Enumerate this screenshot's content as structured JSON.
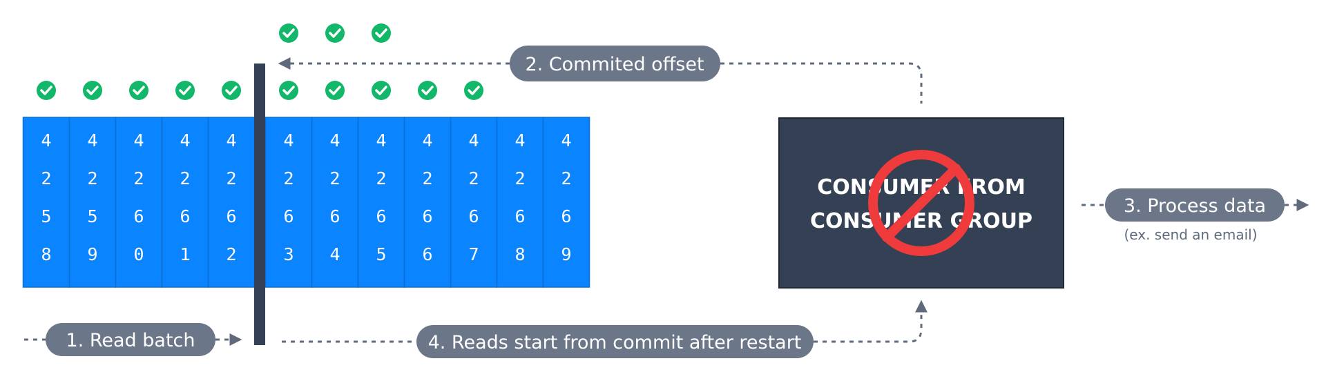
{
  "offsets": [
    [
      "4",
      "2",
      "5",
      "8"
    ],
    [
      "4",
      "2",
      "5",
      "9"
    ],
    [
      "4",
      "2",
      "6",
      "0"
    ],
    [
      "4",
      "2",
      "6",
      "1"
    ],
    [
      "4",
      "2",
      "6",
      "2"
    ],
    [
      "4",
      "2",
      "6",
      "3"
    ],
    [
      "4",
      "2",
      "6",
      "4"
    ],
    [
      "4",
      "2",
      "6",
      "5"
    ],
    [
      "4",
      "2",
      "6",
      "6"
    ],
    [
      "4",
      "2",
      "6",
      "7"
    ],
    [
      "4",
      "2",
      "6",
      "8"
    ],
    [
      "4",
      "2",
      "6",
      "9"
    ]
  ],
  "labels": {
    "read_batch": "1. Read batch",
    "committed_offset": "2. Commited offset",
    "process_data": "3. Process data",
    "process_note": "(ex. send an email)",
    "restart": "4. Reads start from commit after restart"
  },
  "consumer": {
    "line1": "CONSUMER FROM",
    "line2": "CONSUMER GROUP",
    "status_icon": "prohibited-icon"
  },
  "checks": {
    "processed_count": 10,
    "upper_row_count": 3,
    "icon": "check-circle-icon"
  },
  "colors": {
    "log_blue": "#0a84ff",
    "cell_border": "#0b6fd6",
    "dark": "#344154",
    "pill": "#6b7688",
    "check_green": "#12b76a",
    "prohibit_red": "#ef3b3b",
    "dash": "#5f6b7c"
  }
}
